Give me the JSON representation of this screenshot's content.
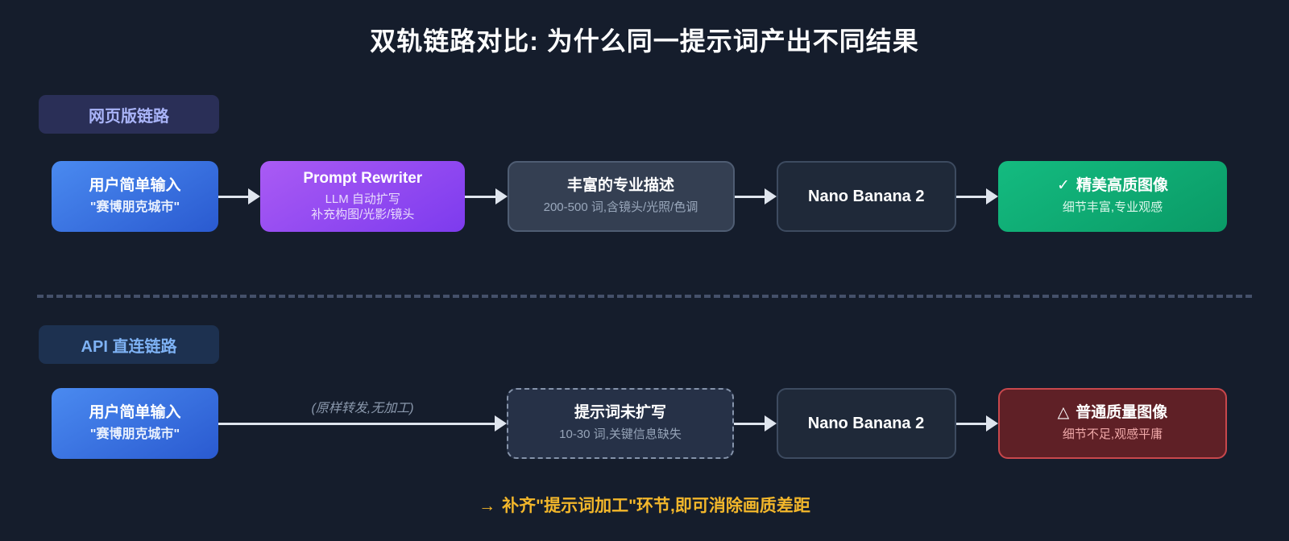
{
  "title": "双轨链路对比: 为什么同一提示词产出不同结果",
  "colors": {
    "background": "#151d2c",
    "web_badge_text": "#a9b4f8",
    "api_badge_text": "#7eb2f4",
    "blue_node": "#2a5ad0",
    "purple_node": "#7d3bee",
    "green_node": "#0a9a66",
    "red_node_border": "#c8474c",
    "arrow": "#dfe5ee",
    "footer_text": "#f3b72b"
  },
  "web_track": {
    "badge": "网页版链路",
    "nodes": [
      {
        "title": "用户简单输入",
        "subtitle": "\"赛博朋克城市\""
      },
      {
        "title": "Prompt Rewriter",
        "subtitle": "LLM 自动扩写",
        "subtitle2": "补充构图/光影/镜头"
      },
      {
        "title": "丰富的专业描述",
        "subtitle": "200-500 词,含镜头/光照/色调"
      },
      {
        "title": "Nano Banana 2"
      },
      {
        "icon": "✓",
        "title": "精美高质图像",
        "subtitle": "细节丰富,专业观感"
      }
    ]
  },
  "api_track": {
    "badge": "API 直连链路",
    "arrow_label": "(原样转发,无加工)",
    "nodes": [
      {
        "title": "用户简单输入",
        "subtitle": "\"赛博朋克城市\""
      },
      {
        "title": "提示词未扩写",
        "subtitle": "10-30 词,关键信息缺失"
      },
      {
        "title": "Nano Banana 2"
      },
      {
        "icon": "△",
        "title": "普通质量图像",
        "subtitle": "细节不足,观感平庸"
      }
    ]
  },
  "footer": {
    "icon": "→",
    "text": "补齐\"提示词加工\"环节,即可消除画质差距"
  }
}
